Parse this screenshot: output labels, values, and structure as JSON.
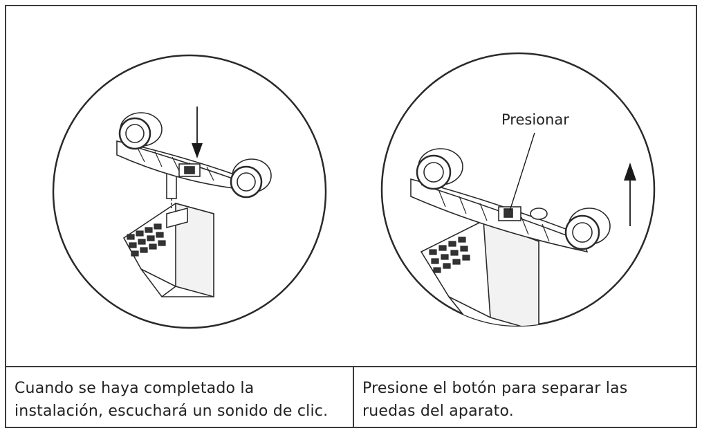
{
  "figure": {
    "callout_press": "Presionar"
  },
  "captions": {
    "left": {
      "line1": "Cuando se haya completado la",
      "line2": "instalación, escuchará un sonido de clic."
    },
    "right": {
      "line1": "Presione el botón para separar las",
      "line2": "ruedas del aparato."
    }
  },
  "icons": {
    "down_arrow": "arrow-down-icon",
    "up_arrow": "arrow-up-icon"
  },
  "colors": {
    "line": "#3a3a3a",
    "background": "#ffffff"
  }
}
